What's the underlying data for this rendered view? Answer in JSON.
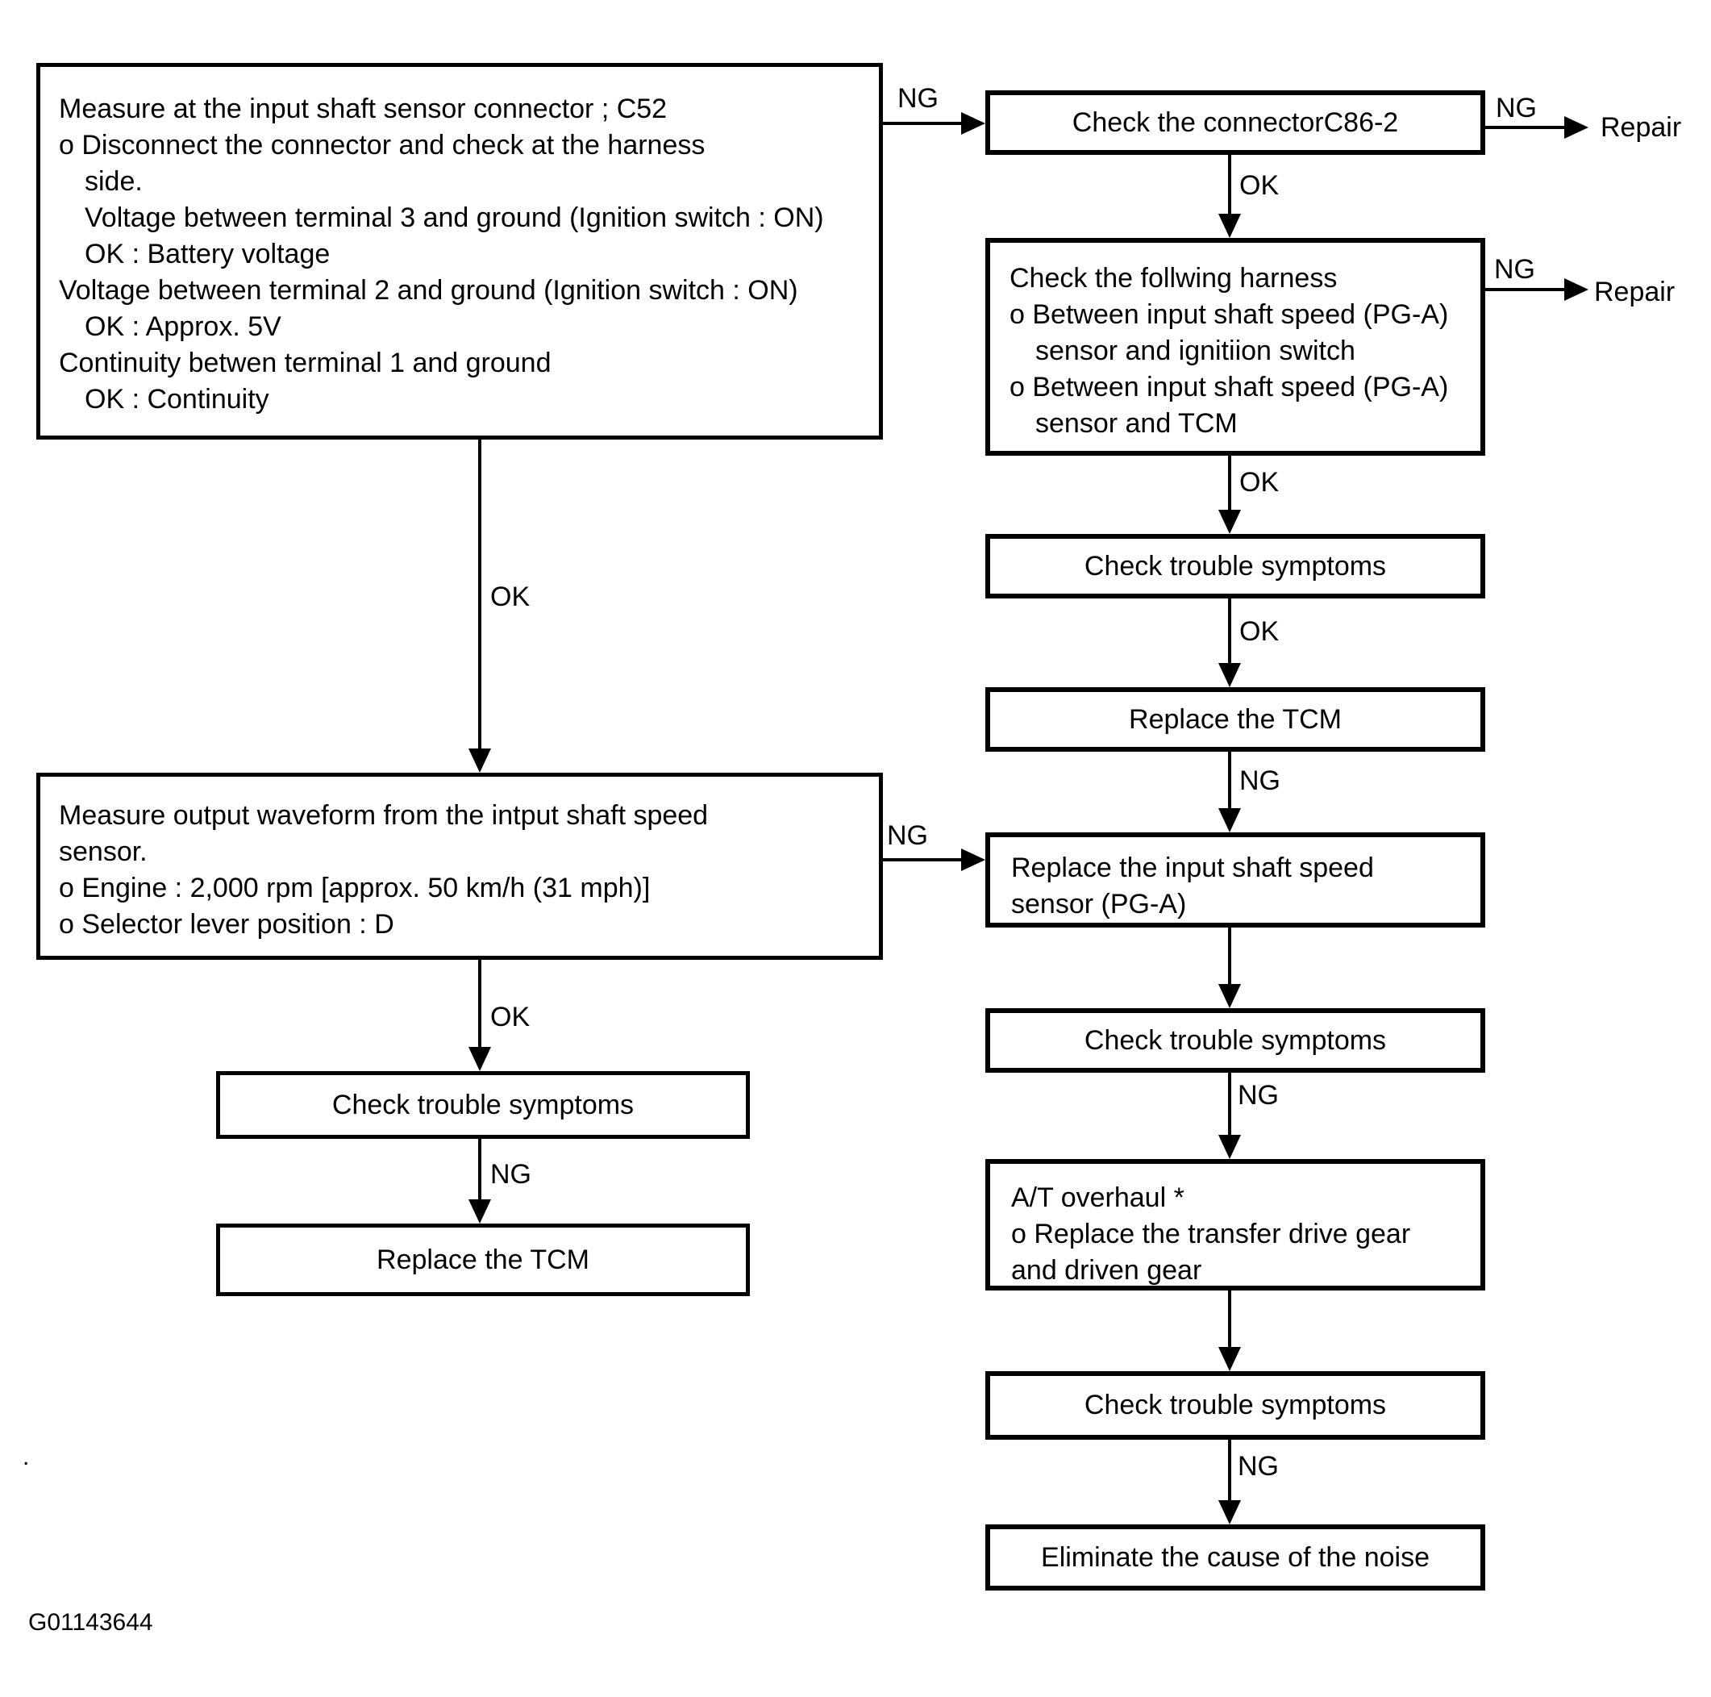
{
  "labels": {
    "ok": "OK",
    "ng": "NG",
    "repair": "Repair"
  },
  "footer": {
    "code": "G01143644",
    "stray_mark": "."
  },
  "flowchart": {
    "left": {
      "box1": {
        "lines": [
          "Measure at the input shaft sensor connector ; C52",
          "o Disconnect the connector and check at the harness",
          "side.",
          "Voltage between terminal 3 and ground (Ignition switch : ON)",
          "OK : Battery voltage",
          "Voltage between terminal 2 and ground (Ignition switch : ON)",
          "OK : Approx. 5V",
          "Continuity betwen terminal 1 and ground",
          "OK : Continuity"
        ]
      },
      "box2": {
        "lines": [
          "Measure output waveform from the intput shaft speed",
          "sensor.",
          "o Engine : 2,000 rpm [approx. 50 km/h (31 mph)]",
          "o Selector lever position : D"
        ]
      },
      "box3": {
        "text": "Check trouble symptoms"
      },
      "box4": {
        "text": "Replace the TCM"
      }
    },
    "right": {
      "box1": {
        "text": "Check the connectorC86-2"
      },
      "box2": {
        "lines": [
          "Check the follwing harness",
          "o Between input shaft speed (PG-A)",
          "sensor and ignitiion switch",
          "o Between input shaft speed (PG-A)",
          "sensor and TCM"
        ]
      },
      "box3": {
        "text": "Check trouble symptoms"
      },
      "box4": {
        "text": "Replace the TCM"
      },
      "box5": {
        "lines": [
          "Replace the input shaft speed",
          "sensor (PG-A)"
        ]
      },
      "box6": {
        "text": "Check trouble symptoms"
      },
      "box7": {
        "lines": [
          "A/T overhaul *",
          "o Replace the transfer drive gear",
          "and driven gear"
        ]
      },
      "box8": {
        "text": "Check trouble symptoms"
      },
      "box9": {
        "text": "Eliminate the cause of the noise"
      }
    }
  }
}
